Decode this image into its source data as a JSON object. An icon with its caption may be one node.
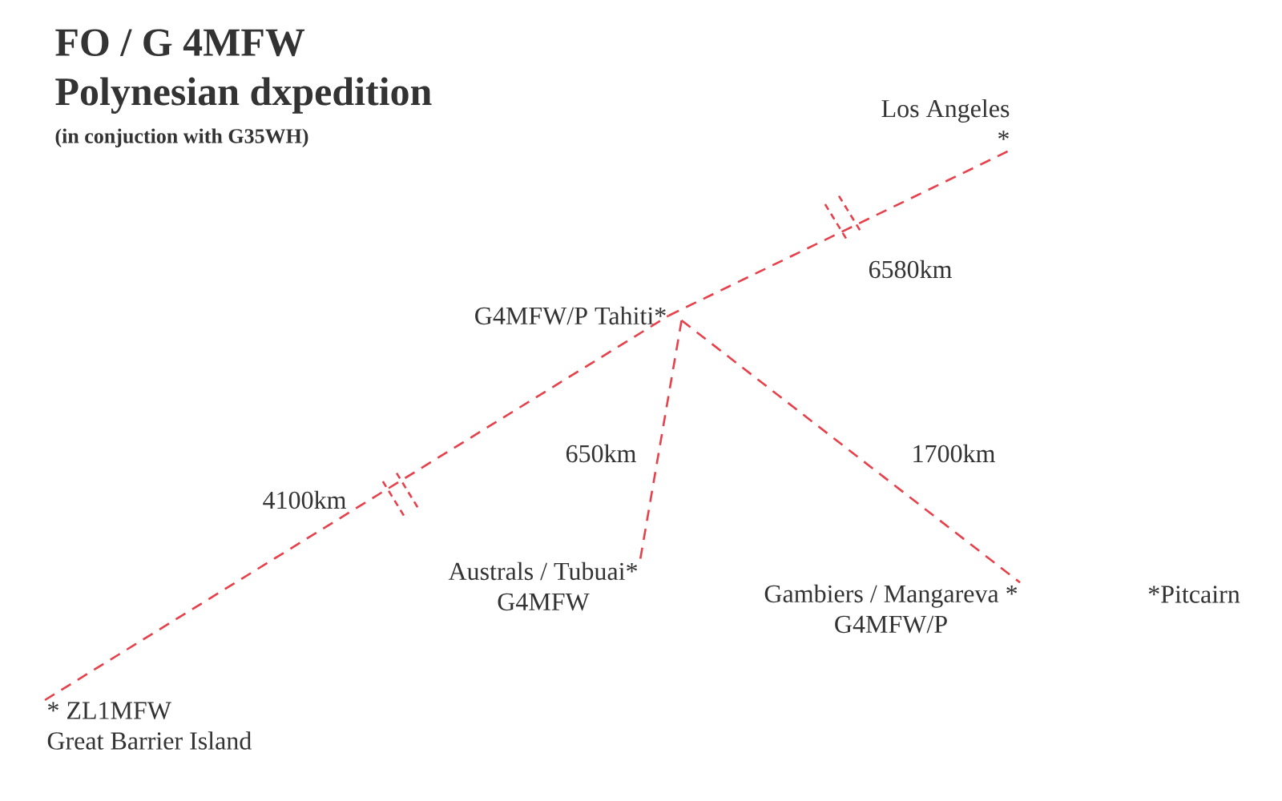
{
  "diagram": {
    "title": "FO / G 4MFW",
    "nodes": [
      {
        "text": [
          "Los Angeles",
          "*"
        ]
      },
      {
        "text": [
          "G4MFW/P Tahiti*"
        ]
      },
      {
        "text": [
          "Australs / Tubuai*",
          "G4MFW"
        ]
      },
      {
        "text": [
          "Gambiers / Mangareva *",
          "G4MFW/P"
        ]
      },
      {
        "text": [
          "*Pitcairn"
        ]
      },
      {
        "text": [
          "* ZL1MFW",
          "Great Barrier Island"
        ]
      }
    ],
    "edges": [
      {
        "from": 5,
        "to": 1,
        "arrow": "none",
        "label": "4100km"
      },
      {
        "from": 1,
        "to": 0,
        "arrow": "none",
        "label": "6580km"
      },
      {
        "from": 1,
        "to": 2,
        "arrow": "none",
        "label": "650km"
      },
      {
        "from": 1,
        "to": 3,
        "arrow": "none",
        "label": "1700km"
      }
    ],
    "labels": [
      "Polynesian dxpedition",
      "(in conjuction with G35WH)"
    ]
  }
}
